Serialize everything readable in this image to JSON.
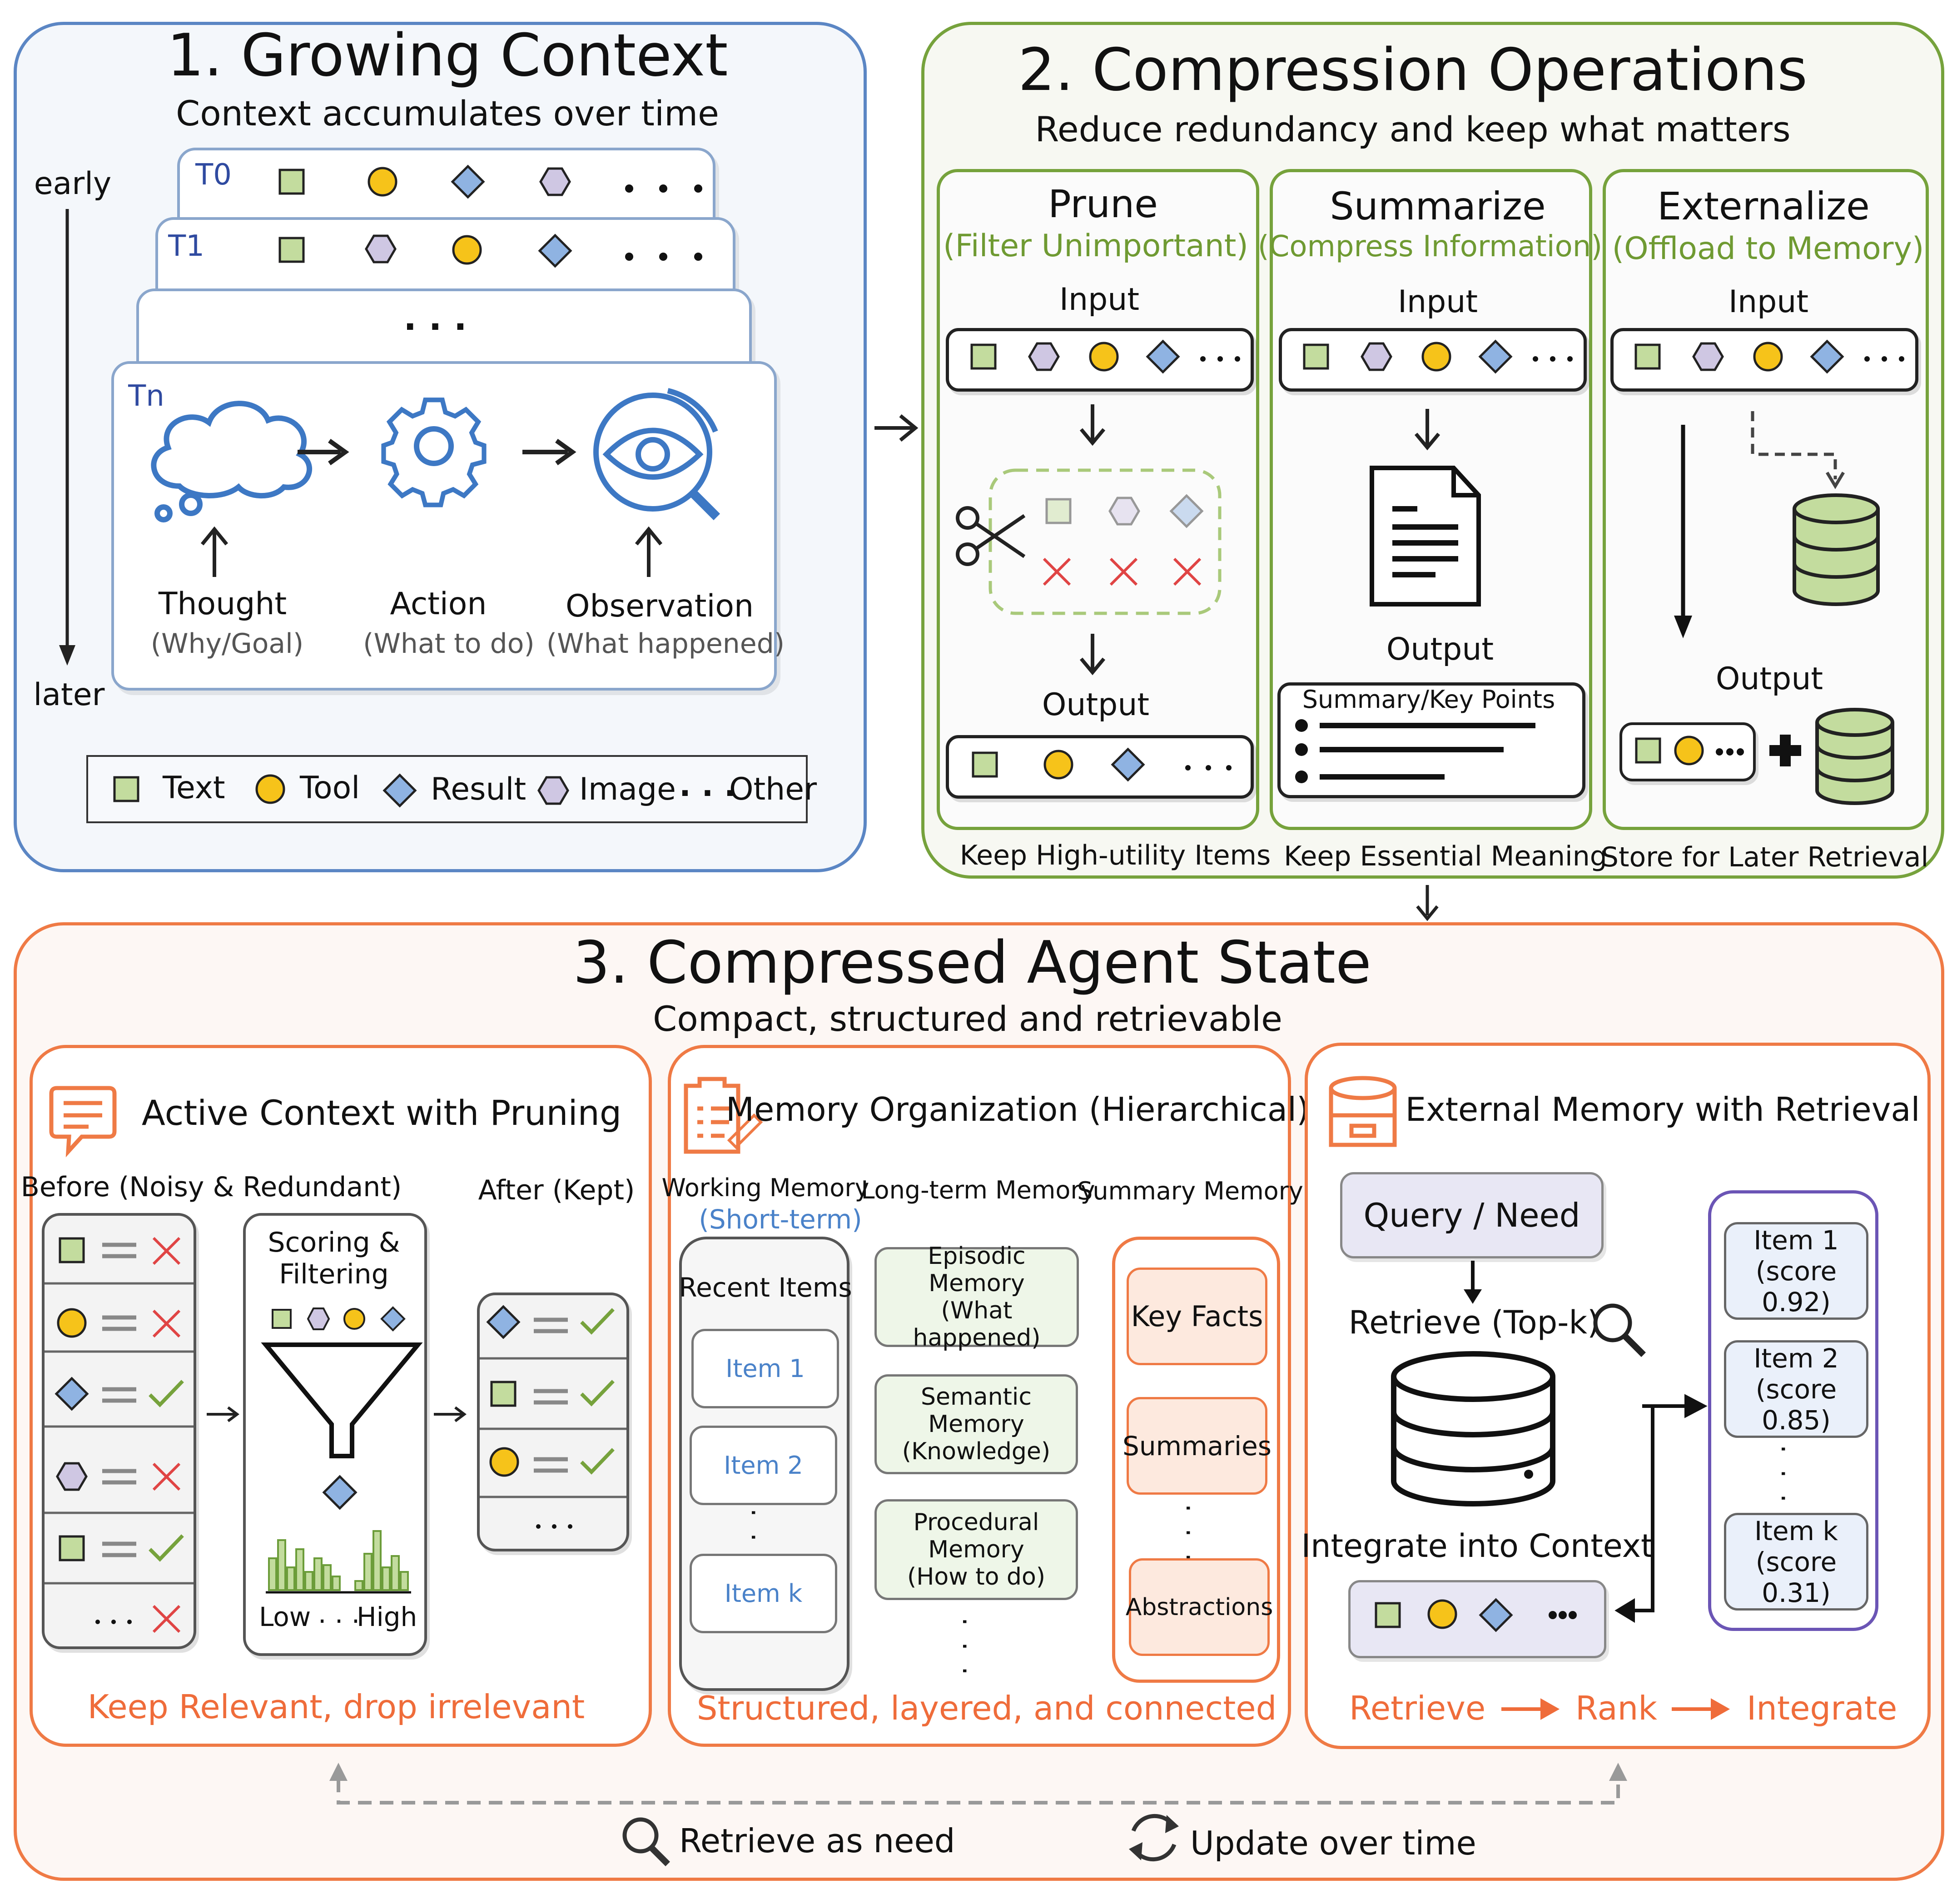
{
  "growing": {
    "title": "1. Growing Context",
    "subtitle": "Context accumulates over time",
    "early": "early",
    "later": "later",
    "t0": "T0",
    "t1": "T1",
    "tn": "Tn",
    "ellipsis": ". . .",
    "thought": "Thought",
    "thought_sub": "(Why/Goal)",
    "action": "Action",
    "action_sub": "(What to do)",
    "observation": "Observation",
    "observation_sub": "(What happened)",
    "legend": {
      "text": "Text",
      "tool": "Tool",
      "result": "Result",
      "image": "Image",
      "other": "Other",
      "other_dots": ". . ."
    }
  },
  "compression": {
    "title": "2. Compression Operations",
    "subtitle": "Reduce redundancy and keep what matters",
    "input": "Input",
    "output": "Output",
    "dots": ". . .",
    "prune": {
      "title": "Prune",
      "sub": "(Filter Unimportant)",
      "caption": "Keep High-utility Items"
    },
    "summarize": {
      "title": "Summarize",
      "sub": "(Compress Information)",
      "caption": "Keep Essential Meaning",
      "box_title": "Summary/Key Points"
    },
    "externalize": {
      "title": "Externalize",
      "sub": "(Offload to Memory)",
      "caption": "Store for Later Retrieval"
    }
  },
  "state": {
    "title": "3. Compressed Agent State",
    "subtitle": "Compact, structured and retrievable",
    "active": {
      "title": "Active Context with Pruning",
      "before": "Before (Noisy & Redundant)",
      "after": "After (Kept)",
      "scoring": "Scoring &",
      "filtering": "Filtering",
      "low": "Low",
      "high": "High",
      "dots": ". . .",
      "caption": "Keep Relevant, drop irrelevant"
    },
    "memory": {
      "title": "Memory Organization (Hierarchical)",
      "working": "Working Memory",
      "short_term": "(Short-term)",
      "long_term": "Long-term Memory",
      "summary_mem": "Summary Memory",
      "recent": "Recent Items",
      "item1": "Item 1",
      "item2": "Item 2",
      "itemk": "Item k",
      "episodic": "Episodic Memory",
      "episodic_sub": "(What happened)",
      "semantic": "Semantic Memory",
      "semantic_sub": "(Knowledge)",
      "procedural": "Procedural Memory",
      "procedural_sub": "(How to do)",
      "key_facts": "Key Facts",
      "summaries": "Summaries",
      "abstractions": "Abstractions",
      "caption": "Structured, layered, and connected"
    },
    "external": {
      "title": "External Memory with Retrieval",
      "query": "Query / Need",
      "retrieve": "Retrieve (Top-k)",
      "integrate": "Integrate into Context",
      "r1": "Item 1",
      "r1s": "(score 0.92)",
      "r2": "Item 2",
      "r2s": "(score 0.85)",
      "rk": "Item k",
      "rks": "(score 0.31)",
      "flow1": "Retrieve",
      "flow2": "Rank",
      "flow3": "Integrate"
    },
    "footer_retrieve": "Retrieve as need",
    "footer_update": "Update over time"
  },
  "colors": {
    "text_square": "#c3dc9e",
    "tool_circle": "#f6c31a",
    "result_diamond": "#8fb3e2",
    "image_hexagon": "#cfc7e3",
    "panel1_border": "#5b86c4",
    "panel2_border": "#76a23c",
    "panel3_border": "#ef7a45"
  }
}
